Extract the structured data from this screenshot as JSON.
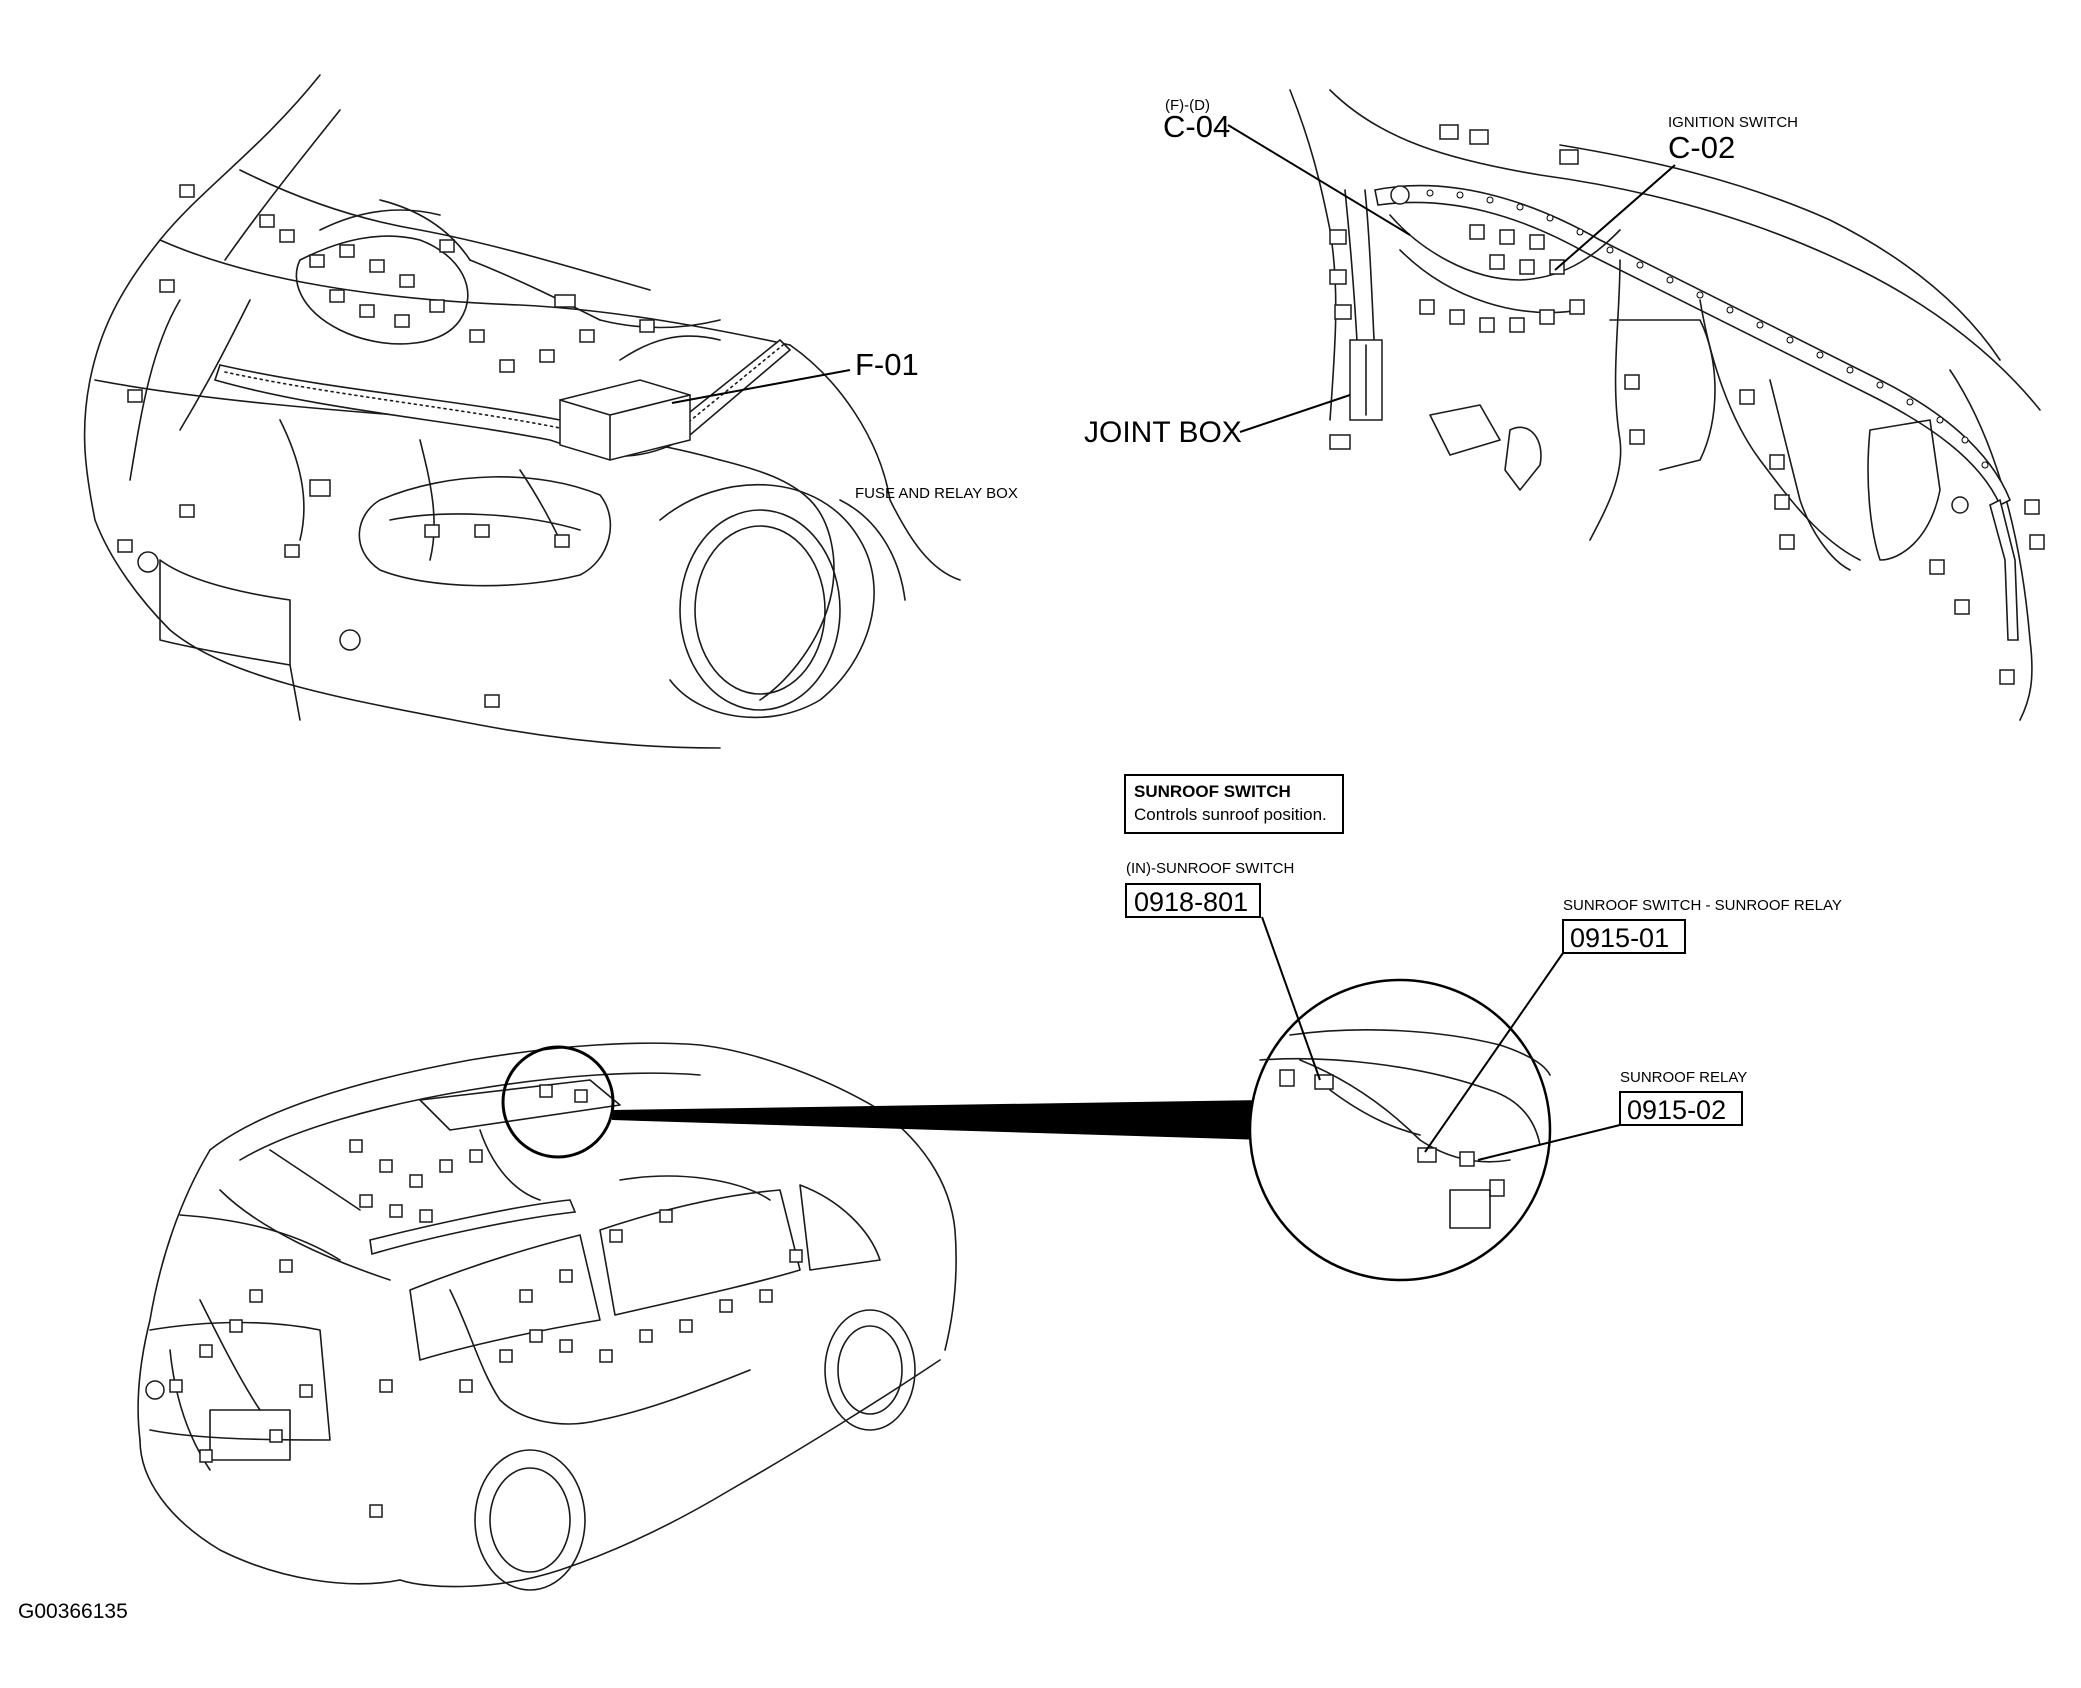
{
  "engine_view": {
    "callout_code": "F-01",
    "callout_desc": "FUSE AND RELAY BOX"
  },
  "dash_view": {
    "c04_prefix": "(F)-(D)",
    "c04_code": "C-04",
    "c02_desc": "IGNITION SWITCH",
    "c02_code": "C-02",
    "joint_box": "JOINT BOX"
  },
  "info_box": {
    "title": "SUNROOF SWITCH",
    "body": "Controls sunroof position."
  },
  "connectors": [
    {
      "desc": "(IN)-SUNROOF SWITCH",
      "code": "0918-801"
    },
    {
      "desc": "SUNROOF SWITCH - SUNROOF RELAY",
      "code": "0915-01"
    },
    {
      "desc": "SUNROOF RELAY",
      "code": "0915-02"
    }
  ],
  "figure_id": "G00366135"
}
